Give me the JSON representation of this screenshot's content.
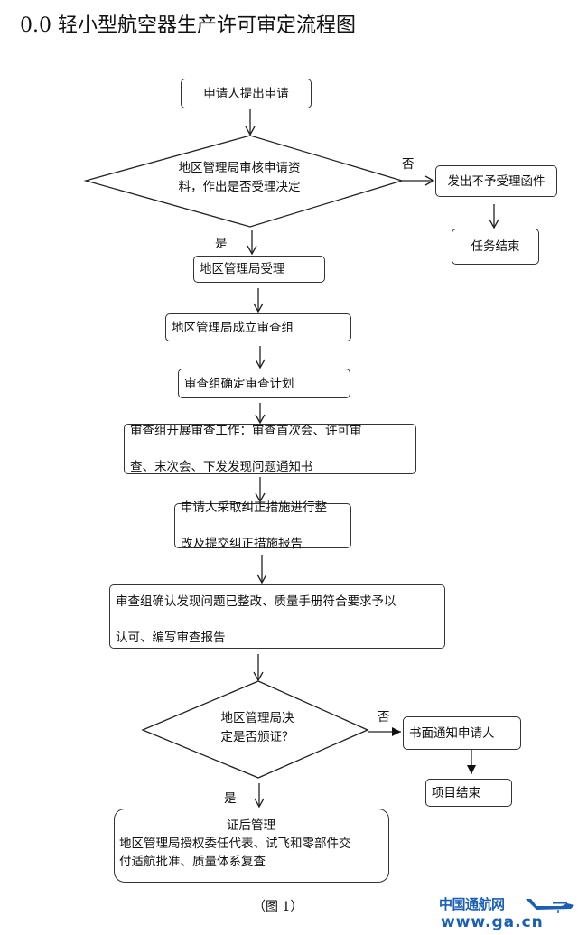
{
  "title": "0.0  轻小型航空器生产许可审定流程图",
  "nodes": {
    "apply": "申请人提出申请",
    "review_decision": [
      "地区管理局审核申请资",
      "料，作出是否受理决定"
    ],
    "reject_letter": "发出不予受理函件",
    "task_end": "任务结束",
    "accept": "地区管理局受理",
    "form_team": "地区管理局成立审查组",
    "plan": "审查组确定审查计划",
    "audit": [
      "审查组开展审查工作：审查首次会、许可审",
      "查、末次会、下发发现问题通知书"
    ],
    "corrective": [
      "申请人采取纠正措施进行整",
      "改及提交纠正措施报告"
    ],
    "confirm": [
      "审查组确认发现问题已整改、质量手册符合要求予以",
      "认可、编写审查报告"
    ],
    "issue_decision": [
      "地区管理局决",
      "定是否颁证？"
    ],
    "notify": "书面通知申请人",
    "project_end": "项目结束",
    "post_cert": [
      "证后管理",
      "地区管理局授权委任代表、试飞和零部件交",
      "付适航批准、质量体系复查"
    ]
  },
  "labels": {
    "yes": "是",
    "no": "否"
  },
  "caption": "（图 1）",
  "watermark": {
    "name": "中国通航网",
    "url": "www.ga.cn",
    "color": "#1a5fb4"
  }
}
